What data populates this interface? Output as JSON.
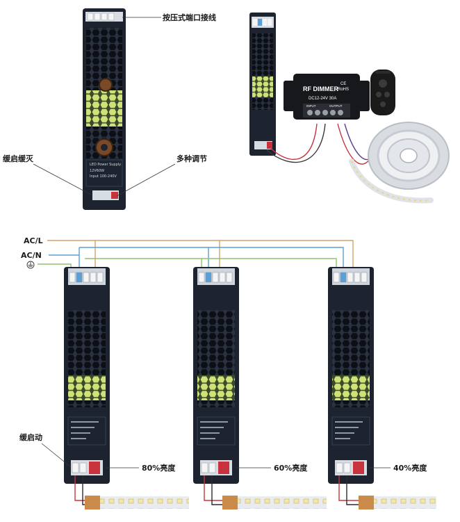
{
  "top": {
    "label_terminal": "按压式端口接线",
    "label_soft": "缓启缓灭",
    "label_modes": "多种调节",
    "dimmer_title": "RF DIMMER",
    "dimmer_spec": "DC12-24V 30A",
    "dimmer_ce": "CE",
    "dimmer_rohs": "RoHS",
    "dimmer_input": "INPUT",
    "dimmer_output": "OUTPUT",
    "psu_model": "12V60W"
  },
  "bottom": {
    "wire_acl": "AC/L",
    "wire_acn": "AC/N",
    "label_softstart": "缓启动",
    "brightness": [
      "80%亮度",
      "60%亮度",
      "40%亮度"
    ]
  },
  "colors": {
    "psu_body": "#1d2430",
    "wire_l": "#d4a26a",
    "wire_n": "#5a9fd6",
    "wire_gnd": "#8fc46a",
    "terminal_red": "#c8323c"
  }
}
